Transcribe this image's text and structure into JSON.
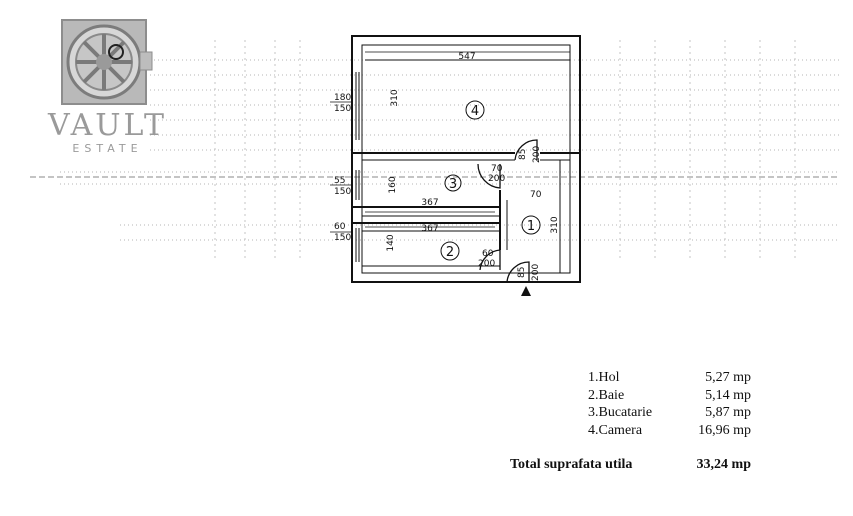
{
  "logo": {
    "word": "VAULT",
    "sub": "ESTATE",
    "icon": "vault-door-icon"
  },
  "plan": {
    "rooms": [
      {
        "num": "4"
      },
      {
        "num": "3"
      },
      {
        "num": "1"
      },
      {
        "num": "2"
      }
    ],
    "dims": {
      "top_width": "547",
      "room4_height": "310",
      "window_left_1_top": "180",
      "window_left_1_bottom": "150",
      "door4_top": "85",
      "door4_bottom": "200",
      "door3_top": "70",
      "door3_bottom": "200",
      "hol_width": "70",
      "hol_height": "310",
      "window_left_2_top": "55",
      "window_left_2_bottom": "150",
      "room3_height": "160",
      "room3_width": "367",
      "window_left_3_top": "60",
      "window_left_3_bottom": "150",
      "room2_width": "367",
      "room2_height": "140",
      "door2_top": "60",
      "door2_bottom": "200",
      "entry_top": "85",
      "entry_bottom": "200"
    }
  },
  "areas": [
    {
      "name": "1.Hol",
      "value": "5,27 mp"
    },
    {
      "name": "2.Baie",
      "value": "5,14 mp"
    },
    {
      "name": "3.Bucatarie",
      "value": "5,87 mp"
    },
    {
      "name": "4.Camera",
      "value": "16,96 mp"
    }
  ],
  "total": {
    "name": "Total suprafata utila",
    "value": "33,24 mp"
  },
  "colors": {
    "ink": "#111111",
    "logo": "#9a9a9a",
    "noise": "#9e9e9e"
  }
}
